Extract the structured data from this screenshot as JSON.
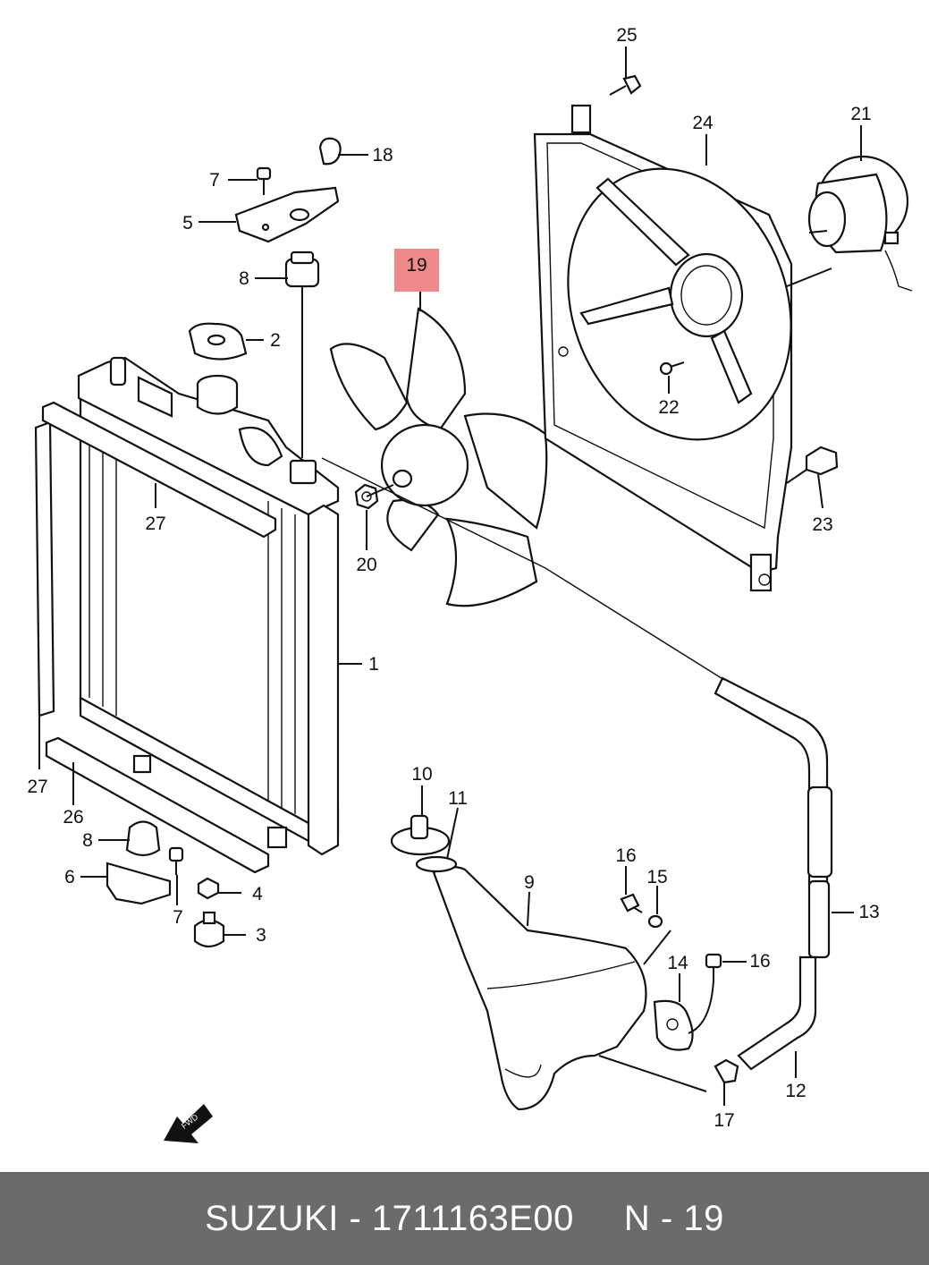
{
  "footer": {
    "brand": "SUZUKI",
    "separator": "-",
    "part_number": "1711163E00",
    "ref_prefix": "N",
    "ref_separator": "-",
    "ref_number": "19"
  },
  "highlight": {
    "label": "19",
    "color": "#f08a8a"
  },
  "callouts": {
    "c1": "1",
    "c2": "2",
    "c3": "3",
    "c4": "4",
    "c5": "5",
    "c6": "6",
    "c7a": "7",
    "c7b": "7",
    "c8a": "8",
    "c8b": "8",
    "c9": "9",
    "c10": "10",
    "c11": "11",
    "c12": "12",
    "c13": "13",
    "c14": "14",
    "c15": "15",
    "c16a": "16",
    "c16b": "16",
    "c17": "17",
    "c18": "18",
    "c20": "20",
    "c21": "21",
    "c22": "22",
    "c23": "23",
    "c24": "24",
    "c25": "25",
    "c26": "26",
    "c27a": "27",
    "c27b": "27"
  },
  "fwd_arrow": {
    "text": "FWD"
  }
}
